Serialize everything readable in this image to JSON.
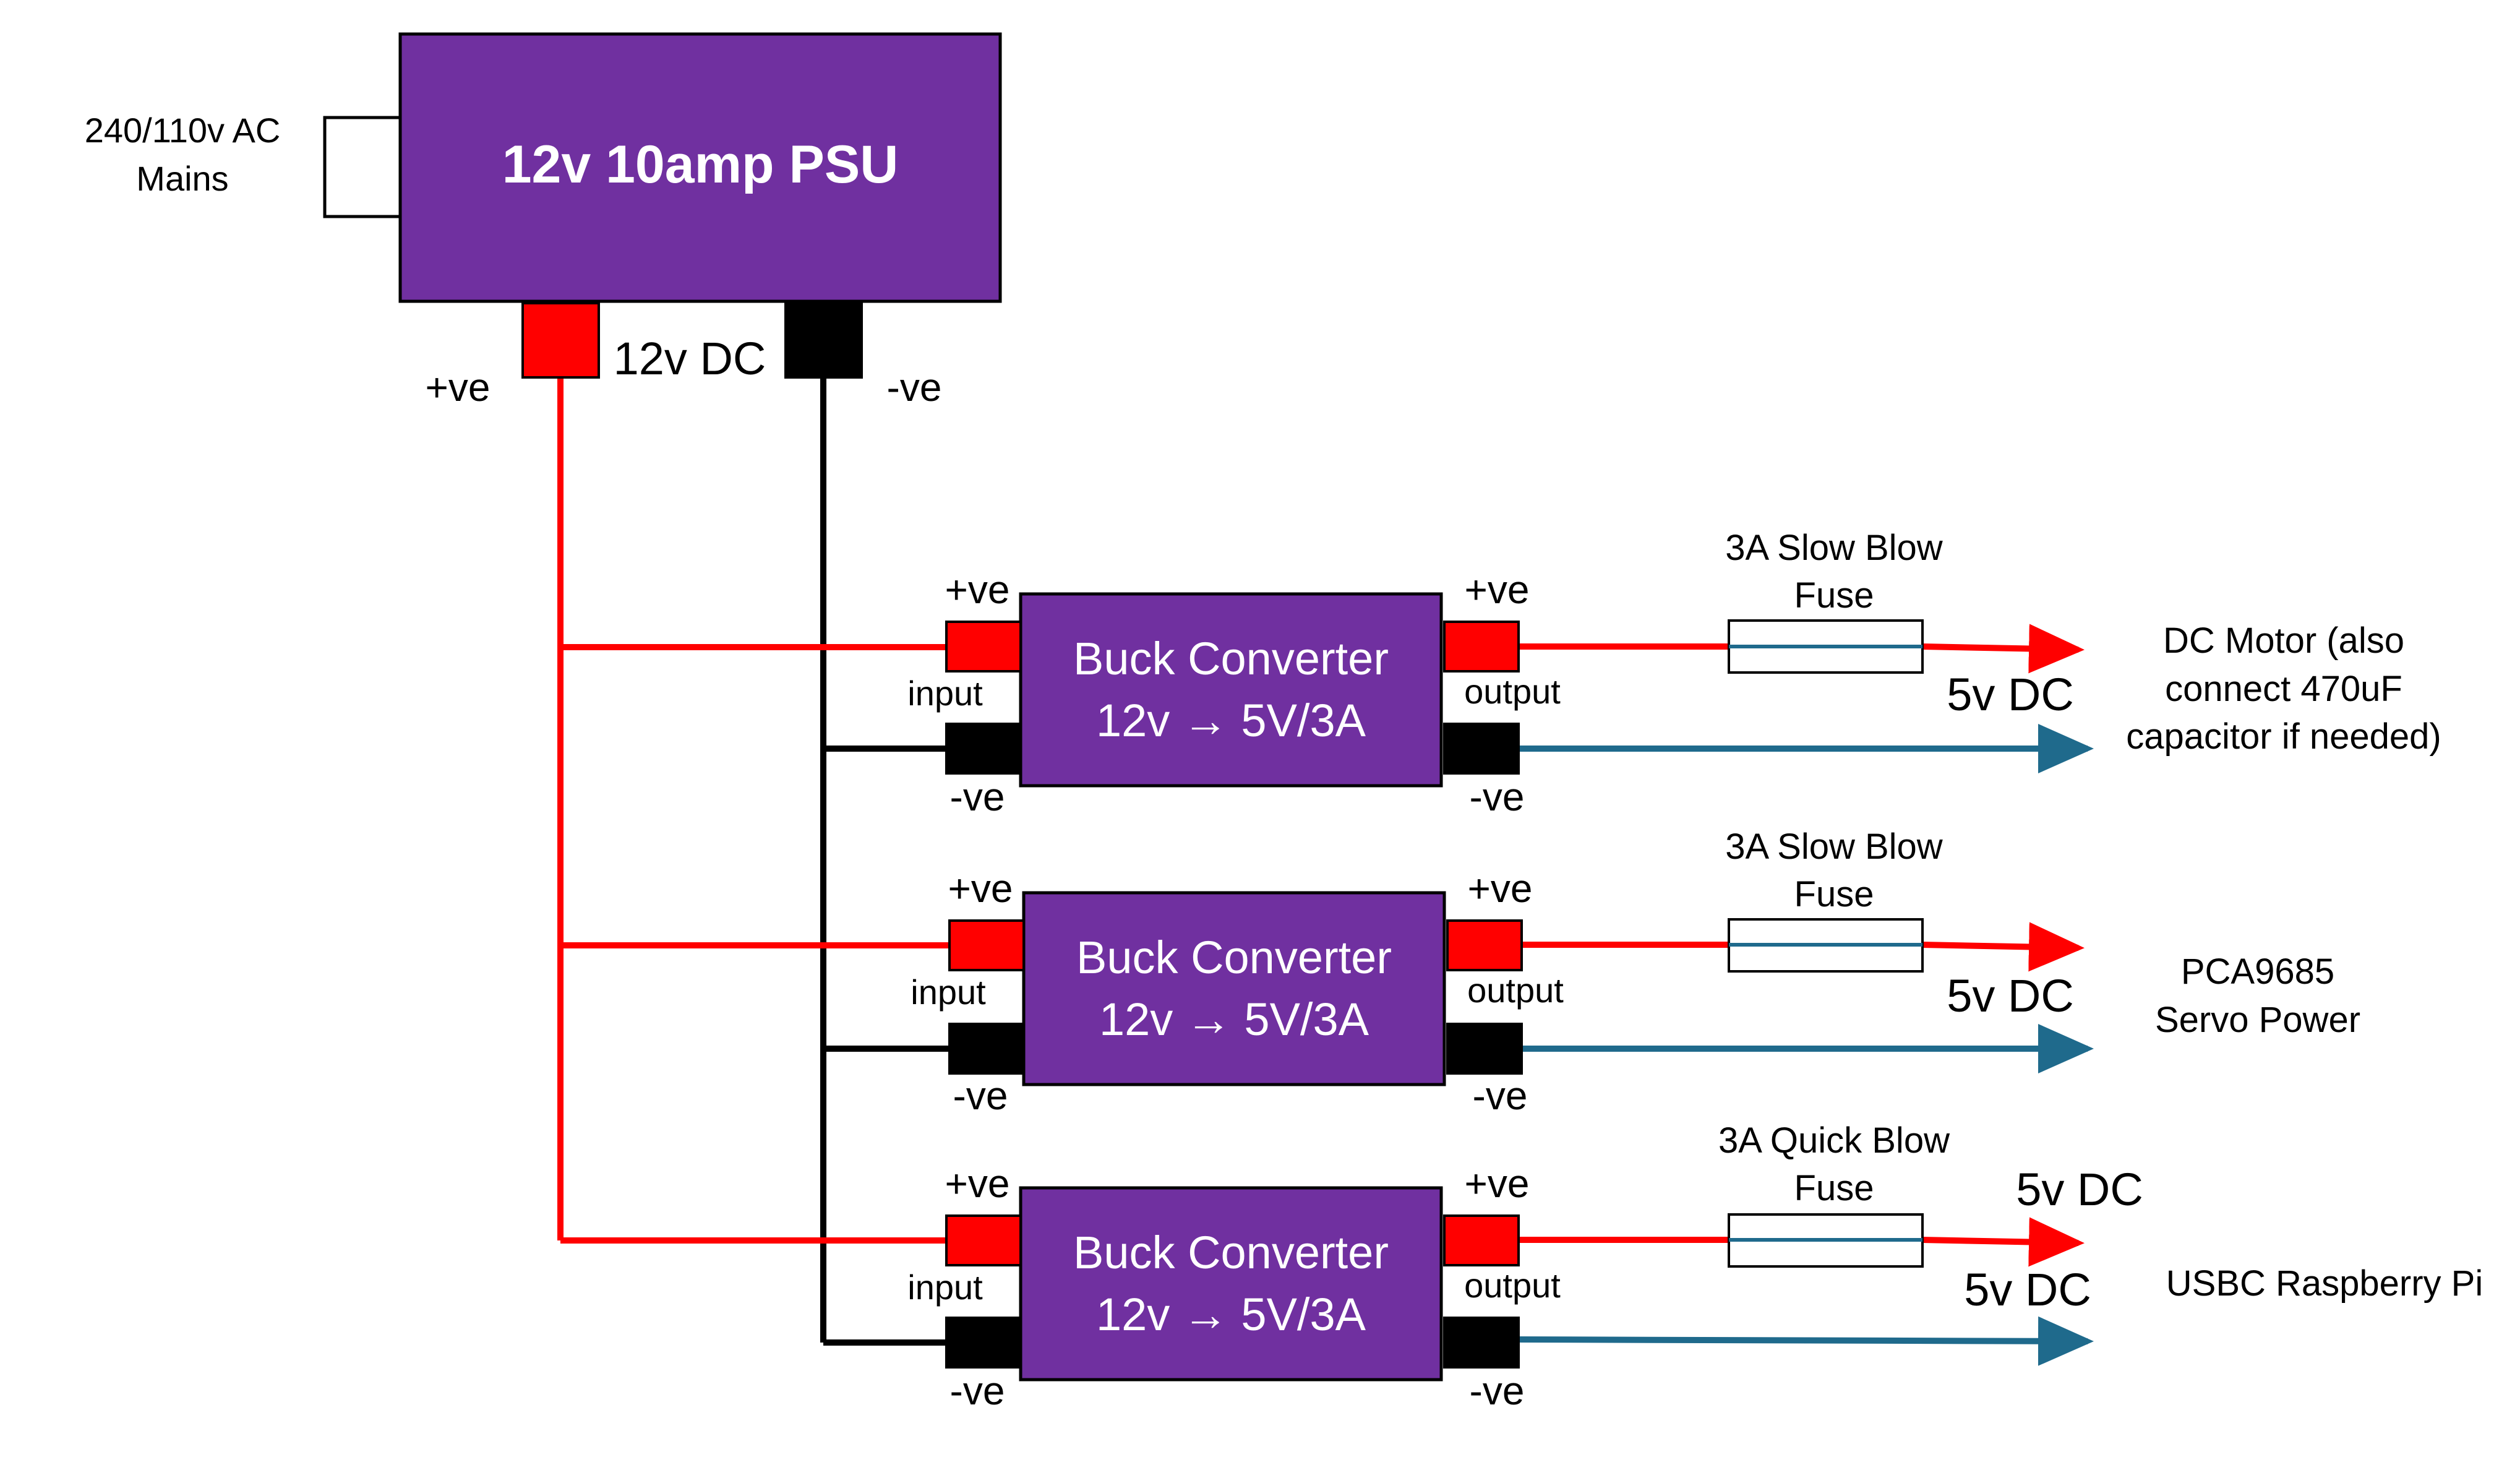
{
  "colors": {
    "box_fill": "#7030A0",
    "positive_wire": "#FF0000",
    "negative_wire": "#000000",
    "output_negative_wire": "#1F6A8C",
    "terminal_positive": "#FF0000",
    "terminal_negative": "#000000"
  },
  "mains": {
    "label_line1": "240/110v AC",
    "label_line2": "Mains"
  },
  "psu": {
    "title": "12v 10amp PSU",
    "positive_label": "+ve",
    "negative_label": "-ve",
    "output_label": "12v DC"
  },
  "converters": [
    {
      "title_line1": "Buck Converter",
      "title_line2": "12v → 5V/3A",
      "in_pos": "+ve",
      "in_label": "input",
      "in_neg": "-ve",
      "out_pos": "+ve",
      "out_label": "output",
      "out_neg": "-ve",
      "fuse_line1": "3A Slow Blow",
      "fuse_line2": "Fuse",
      "voltage_label": "5v DC",
      "load_lines": [
        "DC Motor (also",
        "connect 470uF",
        "capacitor if needed)"
      ]
    },
    {
      "title_line1": "Buck Converter",
      "title_line2": "12v → 5V/3A",
      "in_pos": "+ve",
      "in_label": "input",
      "in_neg": "-ve",
      "out_pos": "+ve",
      "out_label": "output",
      "out_neg": "-ve",
      "fuse_line1": "3A Slow Blow",
      "fuse_line2": "Fuse",
      "voltage_label": "5v DC",
      "load_lines": [
        "PCA9685",
        "Servo Power"
      ]
    },
    {
      "title_line1": "Buck Converter",
      "title_line2": "12v → 5V/3A",
      "in_pos": "+ve",
      "in_label": "input",
      "in_neg": "-ve",
      "out_pos": "+ve",
      "out_label": "output",
      "out_neg": "-ve",
      "fuse_line1": "3A Quick Blow",
      "fuse_line2": "Fuse",
      "voltage_label": "5v DC",
      "voltage_label_2": "5v DC",
      "load_lines": [
        "USBC Raspberry Pi"
      ]
    }
  ]
}
